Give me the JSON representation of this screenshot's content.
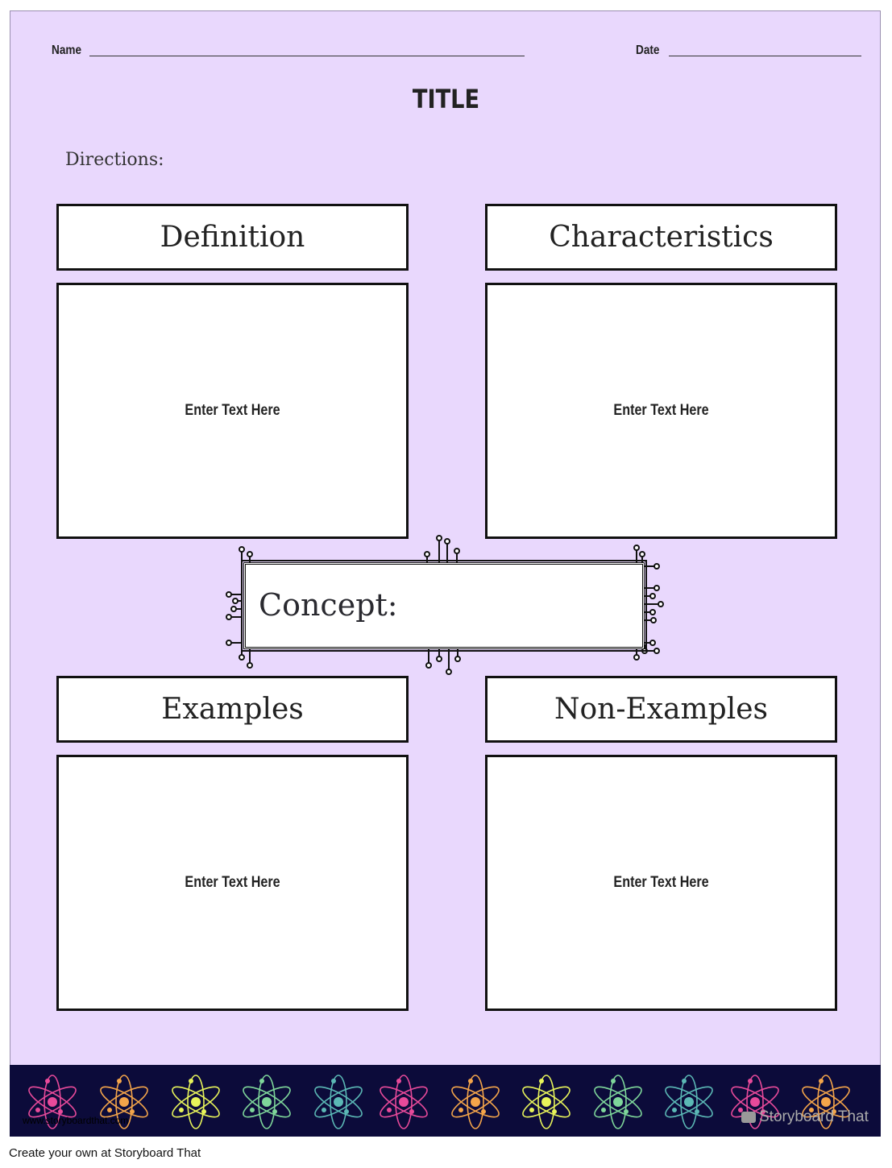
{
  "header": {
    "name_label": "Name",
    "date_label": "Date",
    "title": "TITLE",
    "directions": "Directions:"
  },
  "sections": [
    {
      "heading": "Definition",
      "placeholder": "Enter Text Here"
    },
    {
      "heading": "Characteristics",
      "placeholder": "Enter Text Here"
    },
    {
      "heading": "Examples",
      "placeholder": "Enter Text Here"
    },
    {
      "heading": "Non-Examples",
      "placeholder": "Enter Text Here"
    }
  ],
  "concept": {
    "label": "Concept:"
  },
  "footer": {
    "watermark": "www.storyboardthat.com",
    "brand": "Storyboard That",
    "credit": "Create your own at Storyboard That",
    "atom_colors": [
      "#E84A9A",
      "#F4A54A",
      "#E8F45A",
      "#7ED69A",
      "#5BB8B5",
      "#E84A9A",
      "#F4A54A",
      "#E8F45A",
      "#7ED69A",
      "#5BB8B5",
      "#E84A9A",
      "#F4A54A"
    ]
  },
  "colors": {
    "background": "#E9D8FD",
    "footer_band": "#0C0B3A"
  }
}
